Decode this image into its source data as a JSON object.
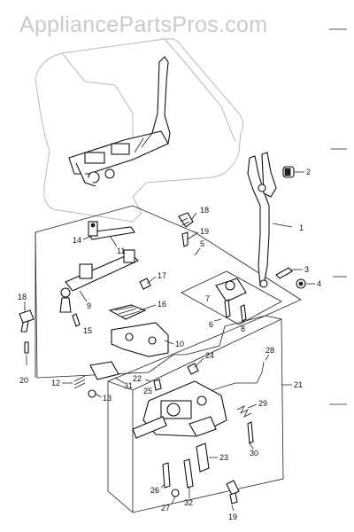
{
  "watermark": "AppliancePartsPros.com",
  "callouts": [
    "1",
    "2",
    "3",
    "4",
    "5",
    "6",
    "7",
    "8",
    "9",
    "10",
    "11",
    "12",
    "13",
    "14",
    "15",
    "16",
    "17",
    "18",
    "18",
    "19",
    "19",
    "20",
    "21",
    "22",
    "23",
    "24",
    "25",
    "26",
    "27",
    "28",
    "29",
    "30",
    "31",
    "32"
  ]
}
